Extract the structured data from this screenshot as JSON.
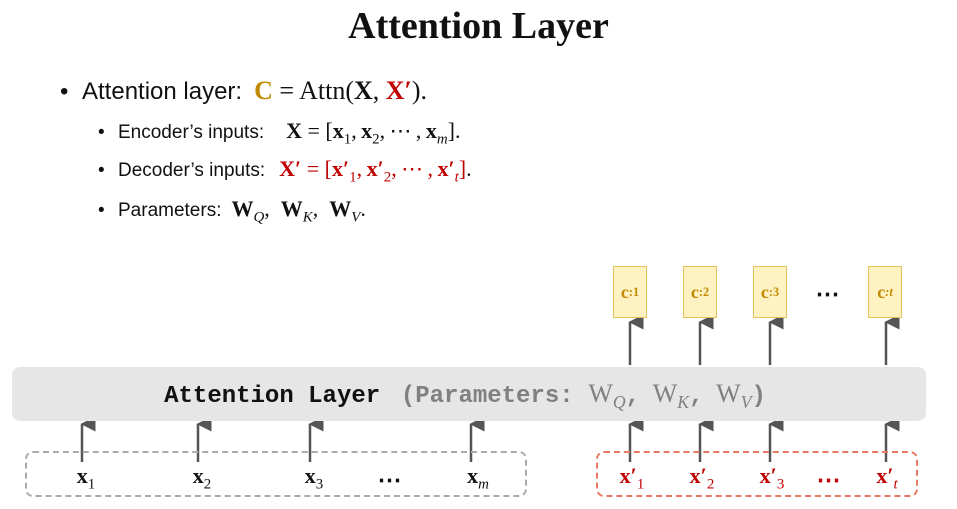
{
  "title": "Attention Layer",
  "bullets": {
    "main_label": "Attention layer:",
    "main_formula": {
      "c": "C",
      "eq": " = Attn(",
      "x": "X",
      "comma": ", ",
      "xp": "X′",
      "close": ")."
    },
    "encoder_label": "Encoder’s inputs:",
    "encoder_formula": {
      "lhs": "X",
      "rhs_open": " = [",
      "x1": "x",
      "s1": "1",
      "x2": "x",
      "s2": "2",
      "dots": "⋯",
      "xm": "x",
      "sm": "m",
      "close": "]."
    },
    "decoder_label": "Decoder’s inputs:",
    "decoder_formula": {
      "lhs": "X′",
      "rhs_open": " = [",
      "x1": "x′",
      "s1": "1",
      "x2": "x′",
      "s2": "2",
      "dots": "⋯",
      "xt": "x′",
      "st": "t",
      "close": "]",
      "period": "."
    },
    "params_label": "Parameters:",
    "params_formula": {
      "wq": "W",
      "q": "Q",
      "wk": "W",
      "k": "K",
      "wv": "W",
      "v": "V",
      "period": "."
    }
  },
  "attention_layer": {
    "name": "Attention Layer",
    "params_open": "(Parameters:",
    "wq": "W",
    "q": "Q",
    "wk": "W",
    "k": "K",
    "wv": "W",
    "v": "V",
    "close": ")"
  },
  "encoder_inputs": [
    {
      "base": "x",
      "sub": "1"
    },
    {
      "base": "x",
      "sub": "2"
    },
    {
      "base": "x",
      "sub": "3"
    },
    {
      "base": "x",
      "sub": "m"
    }
  ],
  "decoder_inputs": [
    {
      "base": "x′",
      "sub": "1"
    },
    {
      "base": "x′",
      "sub": "2"
    },
    {
      "base": "x′",
      "sub": "3"
    },
    {
      "base": "x′",
      "sub": "t"
    }
  ],
  "outputs": [
    {
      "base": "c",
      "sub": ":1"
    },
    {
      "base": "c",
      "sub": ":2"
    },
    {
      "base": "c",
      "sub": ":3"
    },
    {
      "base": "c",
      "sub": ":t"
    }
  ],
  "ellipsis": "⋯",
  "colors": {
    "gold": "#c08a00",
    "red": "#c00000",
    "gray": "#808080",
    "enc_border": "#aaaaaa",
    "dec_border": "#e87a65",
    "out_fill": "#fff2c2"
  }
}
